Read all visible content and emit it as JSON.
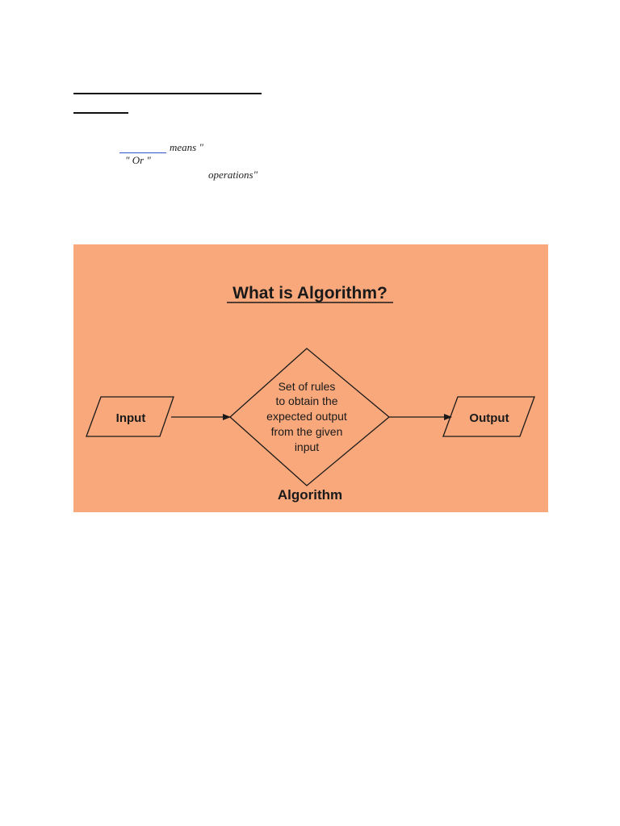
{
  "doc": {
    "fragments": {
      "means": "means \"",
      "or": "\" Or \"",
      "operations": "operations\""
    }
  },
  "figure": {
    "title": "What is Algorithm?",
    "input_label": "Input",
    "output_label": "Output",
    "decision_lines": [
      "Set of rules",
      "to obtain the",
      "expected output",
      "from the given",
      "input"
    ],
    "algorithm_label": "Algorithm",
    "colors": {
      "background": "#f9a87b",
      "stroke": "#1a1a1a",
      "text": "#1a1a1a"
    }
  }
}
